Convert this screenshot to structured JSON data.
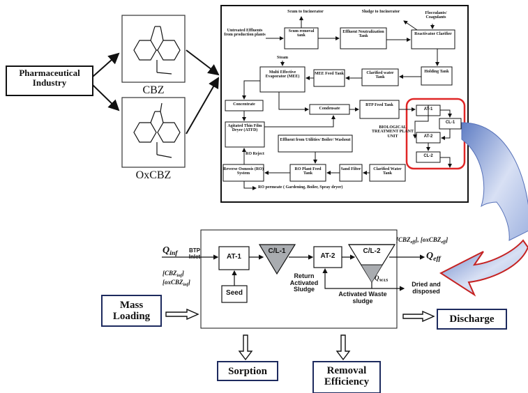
{
  "left": {
    "industry": "Pharmaceutical Industry",
    "cbz": "CBZ",
    "oxcbz": "OxCBZ"
  },
  "flow": {
    "scum_to_incinerator": "Scum to Incinerator",
    "sludge_to_incinerator": "Sludge to Incinerator",
    "flocculants": "Flocculants/ Coagulants",
    "untreated": "Untreated Effluents from production plants",
    "scum_tank": "Scum removal tank",
    "neutralization": "Effluent Neutralization Tank",
    "clarifier": "Reactivator Clarifier",
    "steam": "Steam",
    "mee": "Multi Effective Evaporator (MEE)",
    "mee_feed": "MEE Feed Tank",
    "clarified_water": "Clarified water Tank",
    "holding": "Holding Tank",
    "concentrate": "Concentrate",
    "condensate": "Condensate",
    "btp_feed": "BTP Feed Tank",
    "atfd": "Agitated Thin Film Dryer (ATFD)",
    "bio_unit": "BIOLOGICAL TREATMENT PLANT UNIT",
    "utilities": "Effluent from Utilities/ Boiler/ Washout",
    "ro_reject": "RO Reject",
    "ro_system": "Reverse Osmosis (RO) System",
    "ro_feed": "RO Plant Feed Tank",
    "sand": "Sand Filter",
    "clarified_water2": "Clarified Water Tank",
    "ro_permeate": "RO permeate ( Gardening, Boiler, Spray dryer)",
    "at1": "AT-1",
    "cl1": "CL-1",
    "at2": "AT-2",
    "cl2": "CL-2"
  },
  "model": {
    "q_inf": "Q",
    "q_inf_sub": "inf",
    "btp_inlet": "BTP Inlet",
    "cbz_inf": "[CBZ",
    "cbz_inf_sub": "inf",
    "cbz_inf_close": "]",
    "oxcbz_inf": "[oxCBZ",
    "oxcbz_inf_sub": "inf",
    "oxcbz_inf_close": "]",
    "at1": "AT-1",
    "cl1": "C/L-1",
    "at2": "AT-2",
    "cl2": "C/L-2",
    "seed": "Seed",
    "return_sludge": "Return Activated Sludge",
    "waste_sludge": "Activated Waste sludge",
    "q_was": "Q",
    "q_was_sub": "WAS",
    "cbz_eff": "[CBZ",
    "cbz_eff_sub": "eff",
    "cbz_eff_mid": "], [oxCBZ",
    "oxcbz_eff_sub": "eff",
    "oxcbz_eff_close": "]",
    "q_eff": "Q",
    "q_eff_sub": "eff",
    "dried": "Dried and disposed"
  },
  "bottom": {
    "mass_loading": "Mass Loading",
    "discharge": "Discharge",
    "sorption": "Sorption",
    "removal": "Removal Efficiency"
  }
}
